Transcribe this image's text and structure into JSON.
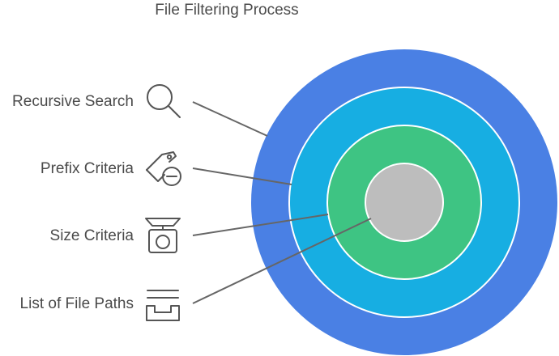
{
  "title": "File Filtering Process",
  "layers": [
    {
      "label": "Recursive Search",
      "icon": "magnifier-icon",
      "color": "#4a80e4"
    },
    {
      "label": "Prefix Criteria",
      "icon": "tag-minus-icon",
      "color": "#17aee2"
    },
    {
      "label": "Size Criteria",
      "icon": "scale-icon",
      "color": "#3ec483"
    },
    {
      "label": "List of File Paths",
      "icon": "inbox-tray-icon",
      "color": "#bdbdbd"
    }
  ],
  "colors": {
    "text": "#4a4a4a",
    "connector": "#666666",
    "icon_stroke": "#555555",
    "ring_border": "#ffffff"
  }
}
